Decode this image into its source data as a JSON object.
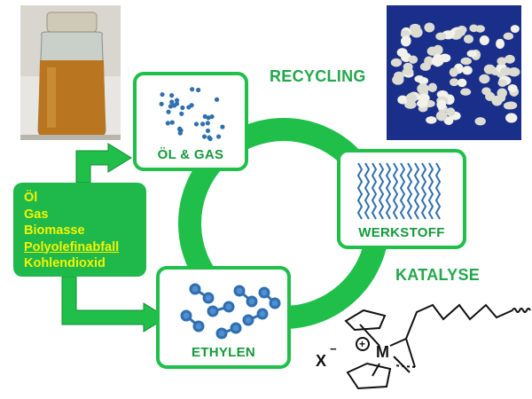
{
  "diagram": {
    "labels": {
      "recycling": "RECYCLING",
      "katalyse": "KATALYSE"
    },
    "boxes": {
      "oil_gas": "ÖL & GAS",
      "werkstoff": "WERKSTOFF",
      "ethylen": "ETHYLEN"
    },
    "feedstocks": [
      "Öl",
      "Gas",
      "Biomasse",
      "Polyolefinabfall",
      "Kohlendioxid"
    ],
    "catalyst": {
      "anion": "X",
      "anion_charge": "−",
      "metal": "M",
      "metal_charge": "+"
    },
    "colors": {
      "green": "#1fbf4a",
      "text_green": "#22a84a",
      "feed_text": "#f4f400",
      "pellet_bg": "#1a2f8a"
    }
  }
}
